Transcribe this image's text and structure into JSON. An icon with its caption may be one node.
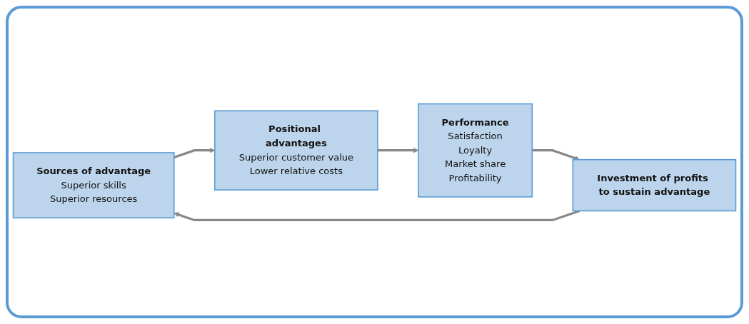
{
  "diagram": {
    "nodes": [
      {
        "text": [
          "Sources of advantage",
          "Superior skills",
          "Superior resources"
        ]
      },
      {
        "text": [
          "Positional advantages",
          "Superior customer value",
          "Lower relative costs"
        ]
      },
      {
        "text": [
          "Performance",
          "Satisfaction",
          "Loyalty",
          "Market share",
          "Profitability"
        ]
      },
      {
        "text": [
          "Investment of profits to sustain advantage"
        ]
      }
    ],
    "edges": [
      {
        "from": 0,
        "to": 1,
        "arrow": "to"
      },
      {
        "from": 1,
        "to": 2,
        "arrow": "to"
      },
      {
        "from": 2,
        "to": 3,
        "arrow": "to"
      },
      {
        "from": 3,
        "to": 0,
        "arrow": "to"
      }
    ]
  }
}
